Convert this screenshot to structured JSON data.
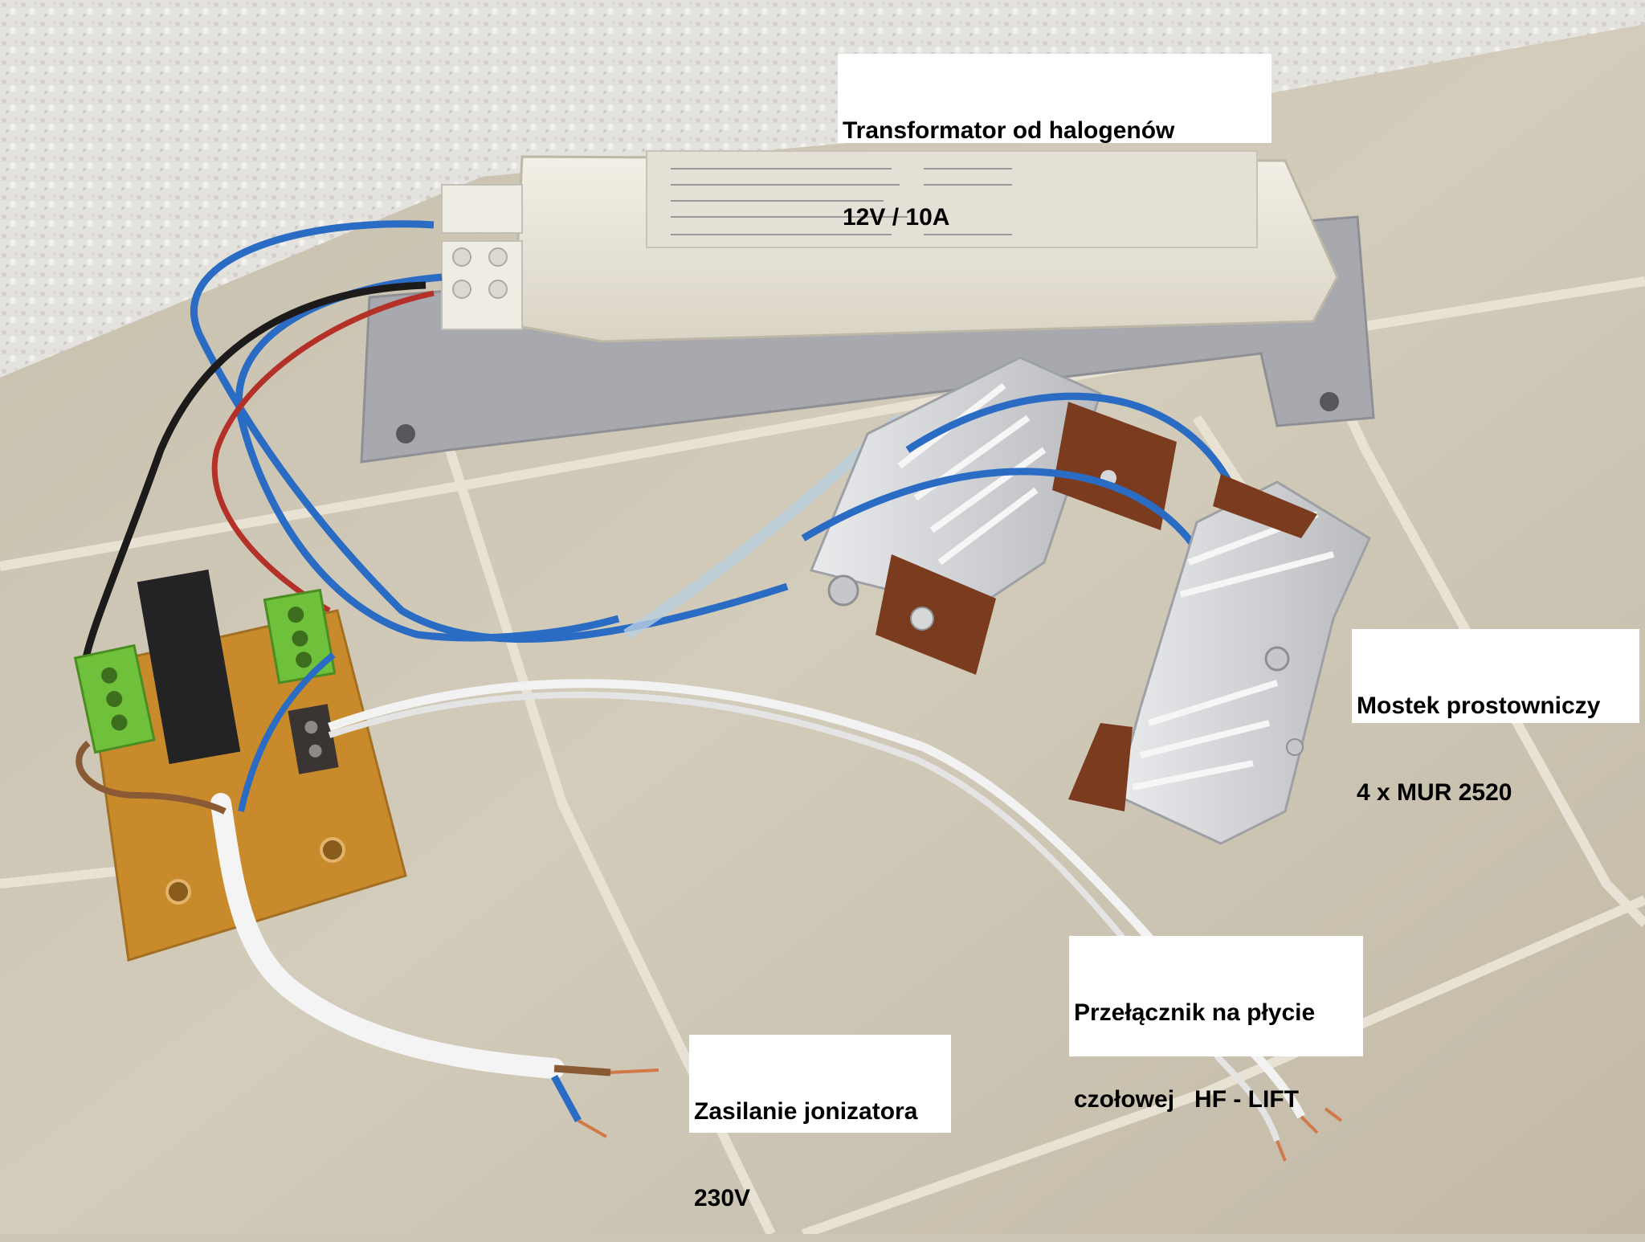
{
  "labels": {
    "transformer": {
      "line1": "Transformator od halogenów",
      "line2": "12V / 10A"
    },
    "bridge": {
      "line1": "Mostek prostowniczy",
      "line2": "4 x MUR 2520"
    },
    "switch": {
      "line1": "Przełącznik na płycie",
      "line2": "czołowej   HF - LIFT"
    },
    "power": {
      "line1": "Zasilanie jonizatora",
      "line2": "230V"
    }
  },
  "colors": {
    "wall": "#e6e4e0",
    "floor_tile": "#cdc5b3",
    "grout": "#e7e1d4",
    "transformer_case": "#ece9dd",
    "bracket": "#a9abb0",
    "blue_wire": "#2a6cc4",
    "black_wire": "#1c1a1a",
    "red_wire": "#b4312a",
    "white_cable": "#f2f2f2",
    "heatsink": "#d5d6d8",
    "pcb": "#c98a2c",
    "terminal_green": "#6fc13b",
    "relay": "#232224",
    "copper_tab": "#7a3b1f"
  }
}
